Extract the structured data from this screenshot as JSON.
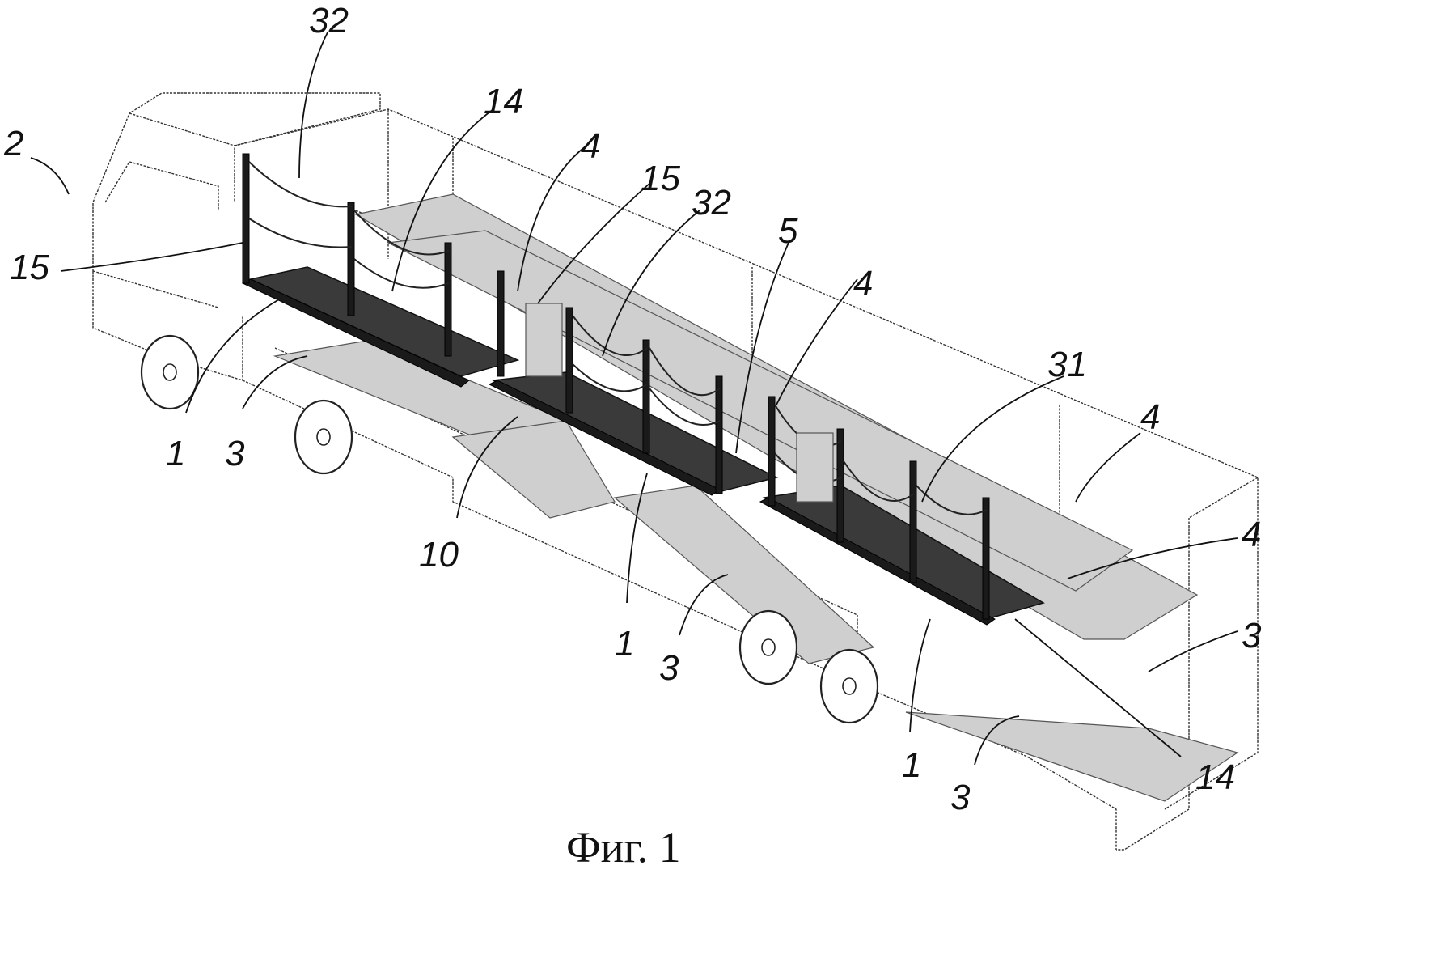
{
  "caption": "Фиг. 1",
  "reference_numerals": {
    "truck": "2",
    "top_32_a": "32",
    "top_14": "14",
    "top_4_a": "4",
    "top_15": "15",
    "top_32_b": "32",
    "mid_5": "5",
    "mid_4": "4",
    "left_15": "15",
    "right_31": "31",
    "right_4_a": "4",
    "right_4_b": "4",
    "right_3": "3",
    "bottom_1_a": "1",
    "bottom_3_a": "3",
    "mid_10": "10",
    "bottom_1_b": "1",
    "bottom_3_b": "3",
    "bottom_1_c": "1",
    "bottom_3_c": "3",
    "bottom_14": "14"
  }
}
